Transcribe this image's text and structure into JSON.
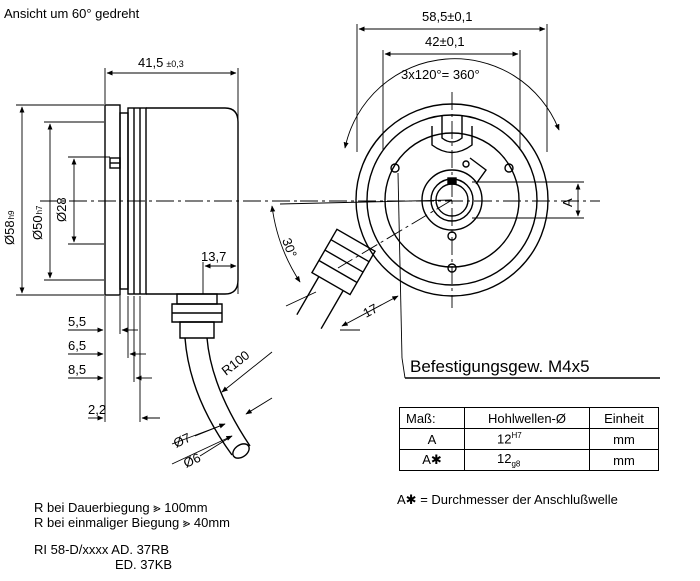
{
  "view_note": "Ansicht um 60° gedreht",
  "dims": {
    "d58": "Ø58",
    "d58_tol": "h9",
    "d50": "Ø50",
    "d50_tol": "h7",
    "d28": "Ø28",
    "len_415": "41,5",
    "len_415_tol": "±0,3",
    "len_137": "13,7",
    "len_55": "5,5",
    "len_65": "6,5",
    "len_85": "8,5",
    "len_22": "2,2",
    "r100": "R100",
    "d7": "Ø7",
    "d6": "Ø6",
    "w585": "58,5±0,1",
    "w42": "42±0,1",
    "pitch": "3x120°= 360°",
    "ang30": "30°",
    "w17": "17",
    "a_label": "A"
  },
  "thread_label": "Befestigungsgew. M4x5",
  "table": {
    "headers": [
      "Maß:",
      "Hohlwellen-Ø",
      "Einheit"
    ],
    "rows": [
      {
        "mass": "A",
        "value": "12",
        "tol": "H7",
        "unit": "mm"
      },
      {
        "mass": "A",
        "mass_star": "✱",
        "value": "12",
        "tol": "g8",
        "unit": "mm"
      }
    ]
  },
  "star_note": "= Durchmesser der Anschlußwelle",
  "star_note_prefix": "A",
  "bend_line1": "R bei Dauerbiegung",
  "bend_line1_val": "100mm",
  "bend_line2": "R bei einmaliger Biegung",
  "bend_line2_val": "40mm",
  "bend_sym": "⪢",
  "model_line1": "RI 58-D/xxxx AD. 37RB",
  "model_line2": "ED. 37KB"
}
